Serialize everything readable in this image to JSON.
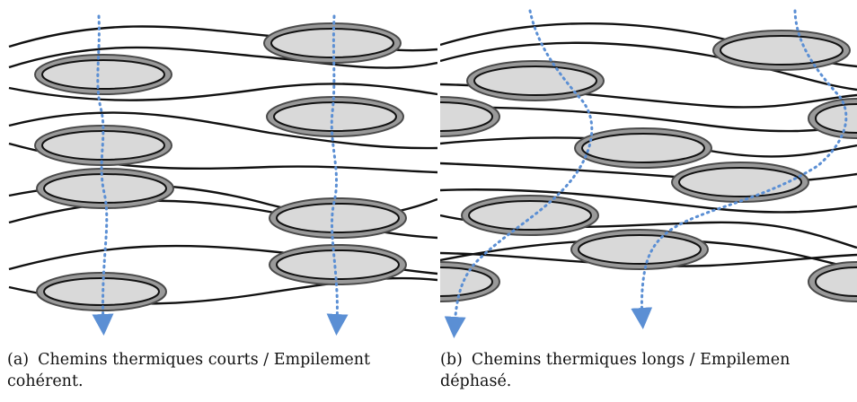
{
  "colors": {
    "fiber_fill": "#d9d9d9",
    "fiber_stroke": "#4a4a4a",
    "yarn_line": "#111111",
    "path_color": "#5b8fd4"
  },
  "panels": [
    {
      "id": "a",
      "caption_tag": "(a)",
      "caption_line1": "Chemins thermiques courts / Empilement",
      "caption_line2": "cohérent."
    },
    {
      "id": "b",
      "caption_tag": "(b)",
      "caption_line1": "Chemins thermiques longs / Empilemen",
      "caption_line2": "déphasé."
    }
  ]
}
